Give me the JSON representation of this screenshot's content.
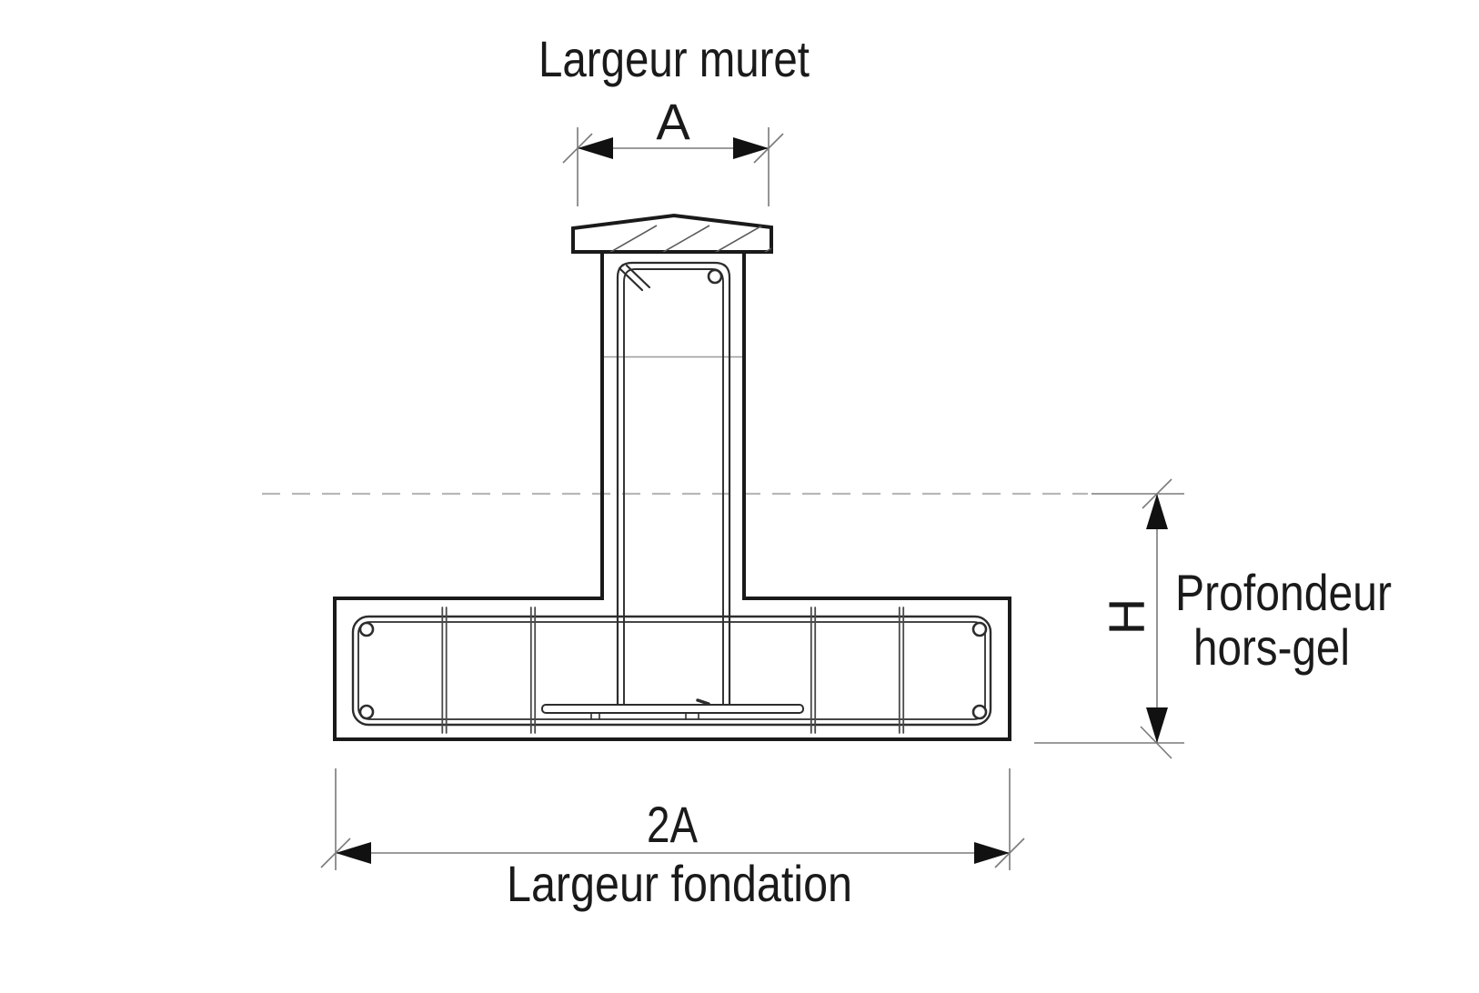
{
  "labels": {
    "wall_width_caption": "Largeur muret",
    "wall_width_symbol": "A",
    "foundation_width_symbol": "2A",
    "foundation_width_caption": "Largeur fondation",
    "frost_depth_symbol": "H",
    "frost_depth_caption_line1": "Profondeur",
    "frost_depth_caption_line2": "hors-gel"
  },
  "colors": {
    "background": "#ffffff",
    "outline": "#1a1a1a",
    "rebar": "#2d2d2d",
    "tie": "#4a4a4a",
    "hatch": "#5a5a5a",
    "joint_line": "#9a9a9a",
    "dimension": "#7a7a7a",
    "arrow": "#111111",
    "dashed_ground": "#b8b8b8",
    "text": "#1a1a1a"
  }
}
